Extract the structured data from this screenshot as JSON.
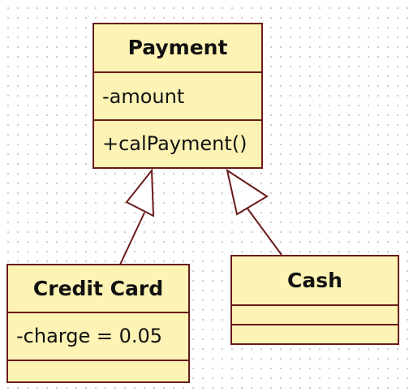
{
  "diagram": {
    "classes": [
      {
        "id": "payment",
        "name": "Payment",
        "attributes": [
          "-amount"
        ],
        "operations": [
          "+calPayment()"
        ]
      },
      {
        "id": "credit",
        "name": "Credit Card",
        "attributes": [
          "-charge = 0.05"
        ],
        "operations": []
      },
      {
        "id": "cash",
        "name": "Cash",
        "attributes": [],
        "operations": []
      }
    ],
    "relationships": [
      {
        "type": "generalization",
        "from": "Credit Card",
        "to": "Payment"
      },
      {
        "type": "generalization",
        "from": "Cash",
        "to": "Payment"
      }
    ],
    "colors": {
      "class_fill": "#fcf3b4",
      "class_border": "#6b1a1a",
      "text": "#111111",
      "grid_dots": "#c9c9c9"
    }
  }
}
